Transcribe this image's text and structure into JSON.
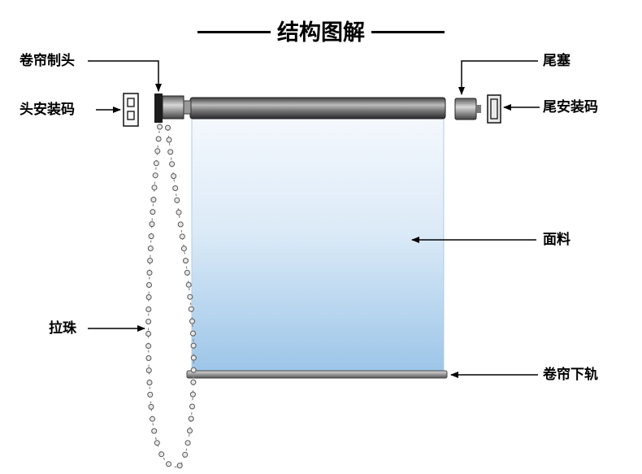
{
  "title": "结构图解",
  "labels": {
    "head_controller": "卷帘制头",
    "head_bracket": "头安装码",
    "pull_chain": "拉珠",
    "end_plug": "尾塞",
    "end_bracket": "尾安装码",
    "fabric": "面料",
    "bottom_rail": "卷帘下轨"
  },
  "colors": {
    "fabric_top": "#f4f8fd",
    "fabric_bottom": "#9cc5e8",
    "tube": "#6e6e6e",
    "line": "#000000"
  }
}
